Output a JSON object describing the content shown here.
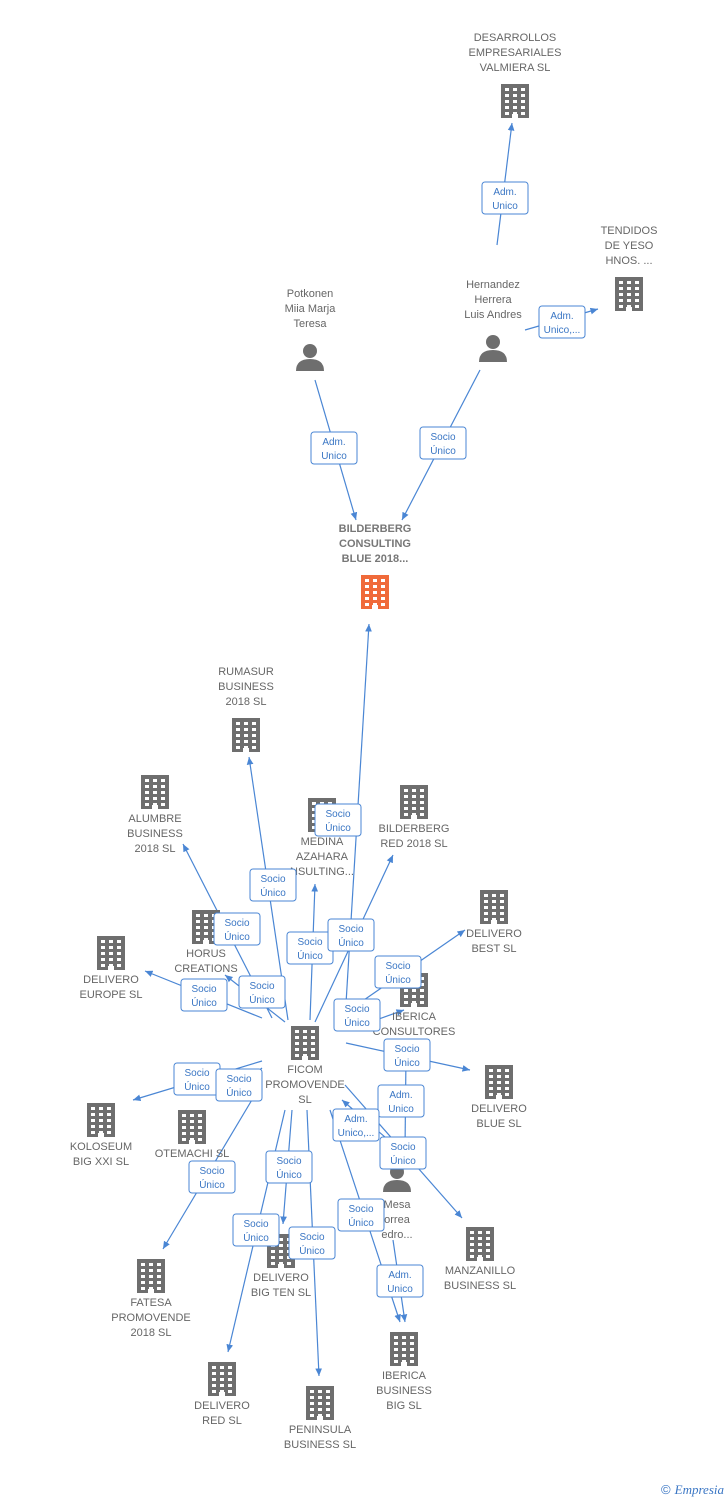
{
  "colors": {
    "edge": "#4a86d4",
    "node": "#6e6e6e",
    "focus": "#f06a3a"
  },
  "nodes": [
    {
      "id": "focus",
      "type": "company",
      "focus": true,
      "label": [
        "BILDERBERG",
        "CONSULTING",
        "BLUE 2018..."
      ]
    },
    {
      "id": "desarrollos",
      "type": "company",
      "label": [
        "DESARROLLOS",
        "EMPRESARIALES",
        "VALMIERA SL"
      ]
    },
    {
      "id": "tendidos",
      "type": "company",
      "label": [
        "TENDIDOS",
        "DE YESO",
        "HNOS. ..."
      ]
    },
    {
      "id": "potkonen",
      "type": "person",
      "label": [
        "Potkonen",
        "Miia Marja",
        "Teresa"
      ]
    },
    {
      "id": "hernandez",
      "type": "person",
      "label": [
        "Hernandez",
        "Herrera",
        "Luis Andres"
      ]
    },
    {
      "id": "rumasur",
      "type": "company",
      "label": [
        "RUMASUR",
        "BUSINESS",
        "2018  SL"
      ]
    },
    {
      "id": "alumbre",
      "type": "company",
      "label": [
        "ALUMBRE",
        "BUSINESS",
        "2018  SL"
      ]
    },
    {
      "id": "medina",
      "type": "company",
      "label": [
        "MEDINA",
        "AZAHARA",
        "NSULTING..."
      ]
    },
    {
      "id": "bilderberg_red",
      "type": "company",
      "label": [
        "BILDERBERG",
        "RED 2018  SL"
      ]
    },
    {
      "id": "horus",
      "type": "company",
      "label": [
        "HORUS",
        "CREATIONS"
      ]
    },
    {
      "id": "delivero_europe",
      "type": "company",
      "label": [
        "DELIVERO",
        "EUROPE  SL"
      ]
    },
    {
      "id": "delivero_best",
      "type": "company",
      "label": [
        "DELIVERO",
        "BEST  SL"
      ]
    },
    {
      "id": "iberica_consultores",
      "type": "company",
      "label": [
        "IBERICA",
        "CONSULTORES",
        "L"
      ]
    },
    {
      "id": "ficom",
      "type": "company",
      "label": [
        "FICOM",
        "PROMOVENDE",
        "SL"
      ]
    },
    {
      "id": "delivero_blue",
      "type": "company",
      "label": [
        "DELIVERO",
        "BLUE  SL"
      ]
    },
    {
      "id": "koloseum",
      "type": "company",
      "label": [
        "KOLOSEUM",
        "BIG XXI  SL"
      ]
    },
    {
      "id": "otemachi",
      "type": "company",
      "label": [
        "OTEMACHI  SL"
      ]
    },
    {
      "id": "mesa",
      "type": "person",
      "label": [
        "Mesa",
        "orrea",
        "edro..."
      ]
    },
    {
      "id": "fatesa",
      "type": "company",
      "label": [
        "FATESA",
        "PROMOVENDE",
        "2018  SL"
      ]
    },
    {
      "id": "delivero_bigten",
      "type": "company",
      "label": [
        "DELIVERO",
        "BIG TEN  SL"
      ]
    },
    {
      "id": "manzanillo",
      "type": "company",
      "label": [
        "MANZANILLO",
        "BUSINESS  SL"
      ]
    },
    {
      "id": "iberica_business",
      "type": "company",
      "label": [
        "IBERICA",
        "BUSINESS",
        "BIG  SL"
      ]
    },
    {
      "id": "delivero_red",
      "type": "company",
      "label": [
        "DELIVERO",
        "RED  SL"
      ]
    },
    {
      "id": "peninsula",
      "type": "company",
      "label": [
        "PENINSULA",
        "BUSINESS  SL"
      ]
    }
  ],
  "edges": [
    {
      "from": "hernandez",
      "to": "desarrollos",
      "label": [
        "Adm.",
        "Unico"
      ]
    },
    {
      "from": "hernandez",
      "to": "tendidos",
      "label": [
        "Adm.",
        "Unico,..."
      ]
    },
    {
      "from": "potkonen",
      "to": "focus",
      "label": [
        "Adm.",
        "Unico"
      ]
    },
    {
      "from": "hernandez",
      "to": "focus",
      "label": [
        "Socio",
        "Único"
      ]
    },
    {
      "from": "ficom",
      "to": "focus",
      "label": [
        "Socio",
        "Único"
      ]
    },
    {
      "from": "ficom",
      "to": "rumasur",
      "label": [
        "Socio",
        "Único"
      ]
    },
    {
      "from": "ficom",
      "to": "alumbre",
      "label": [
        "Socio",
        "Único"
      ]
    },
    {
      "from": "ficom",
      "to": "medina",
      "label": [
        "Socio",
        "Único"
      ]
    },
    {
      "from": "ficom",
      "to": "bilderberg_red",
      "label": [
        "Socio",
        "Único"
      ]
    },
    {
      "from": "ficom",
      "to": "horus",
      "label": [
        "Socio",
        "Único"
      ]
    },
    {
      "from": "ficom",
      "to": "delivero_europe",
      "label": [
        "Socio",
        "Único"
      ]
    },
    {
      "from": "ficom",
      "to": "delivero_best",
      "label": [
        "Socio",
        "Único"
      ]
    },
    {
      "from": "ficom",
      "to": "iberica_consultores",
      "label": [
        "Socio",
        "Único"
      ]
    },
    {
      "from": "ficom",
      "to": "delivero_blue",
      "label": [
        "Socio",
        "Único"
      ]
    },
    {
      "from": "mesa",
      "to": "iberica_consultores",
      "label": [
        "Adm.",
        "Unico"
      ]
    },
    {
      "from": "mesa",
      "to": "ficom",
      "label": [
        "Adm.",
        "Unico,..."
      ]
    },
    {
      "from": "ficom",
      "to": "koloseum",
      "label": [
        "Socio",
        "Único"
      ]
    },
    {
      "from": "ficom",
      "to": "otemachi",
      "label": [
        "Socio",
        "Único"
      ]
    },
    {
      "from": "ficom",
      "to": "manzanillo",
      "label": [
        "Socio",
        "Único"
      ]
    },
    {
      "from": "ficom",
      "to": "fatesa",
      "label": [
        "Socio",
        "Único"
      ]
    },
    {
      "from": "ficom",
      "to": "delivero_bigten",
      "label": [
        "Socio",
        "Único"
      ]
    },
    {
      "from": "ficom",
      "to": "delivero_red",
      "label": [
        "Socio",
        "Único"
      ]
    },
    {
      "from": "ficom",
      "to": "peninsula",
      "label": [
        "Socio",
        "Único"
      ]
    },
    {
      "from": "ficom",
      "to": "iberica_business",
      "label": [
        "Socio",
        "Único"
      ]
    },
    {
      "from": "mesa",
      "to": "iberica_business",
      "label": [
        "Adm.",
        "Unico"
      ]
    }
  ],
  "footer": {
    "copyright": "©",
    "brand": "Empresia"
  }
}
